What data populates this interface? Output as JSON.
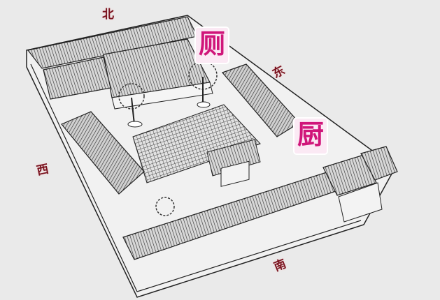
{
  "diagram": {
    "subject": "Siheyuan courtyard house, isometric line drawing",
    "directions": {
      "north": "北",
      "east": "东",
      "west": "西",
      "south": "南"
    },
    "labels": {
      "toilet": "厕",
      "kitchen": "厨"
    },
    "colors": {
      "background": "#eaeaea",
      "direction_text": "#7a1420",
      "label_text": "#d0157a",
      "label_bg": "#fbe9f4",
      "line_art": "#2a2a2a"
    }
  }
}
